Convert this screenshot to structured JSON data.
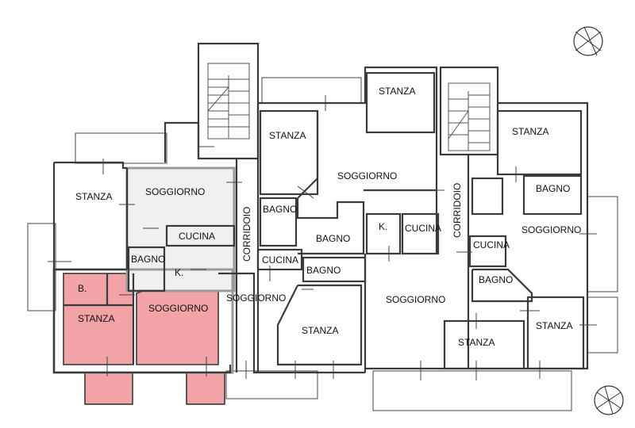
{
  "rooms": {
    "stanza_left": "STANZA",
    "soggiorno_grey": "SOGGIORNO",
    "cucina_grey": "CUCINA",
    "bagno_grey": "BAGNO",
    "k_pink": "K.",
    "b_pink": "B.",
    "stanza_pink": "STANZA",
    "soggiorno_pink": "SOGGIORNO",
    "corridoio_left": "CORRIDOIO",
    "stanza_mid_top": "STANZA",
    "bagno_mid": "BAGNO",
    "cucina_mid": "CUCINA",
    "soggiorno_mid_left": "SOGGIORNO",
    "stanza_top_center": "STANZA",
    "soggiorno_center": "SOGGIORNO",
    "bagno_center_1": "BAGNO",
    "bagno_center_2": "BAGNO",
    "k_center": "K.",
    "cucina_center": "CUCINA",
    "stanza_lower_center": "STANZA",
    "corridoio_right": "CORRIDOIO",
    "soggiorno_big": "SOGGIORNO",
    "stanza_right_top": "STANZA",
    "bagno_right": "BAGNO",
    "soggiorno_right": "SOGGIORNO",
    "cucina_right": "CUCINA",
    "bagno_right_lower": "BAGNO",
    "stanza_right_lower": "STANZA",
    "stanza_bottom": "STANZA"
  },
  "colors": {
    "highlight": "#f2a3a7",
    "walls": "#3a3a3a"
  },
  "icons": {
    "north_top": "compass-north-icon",
    "north_bottom": "compass-north-icon"
  }
}
